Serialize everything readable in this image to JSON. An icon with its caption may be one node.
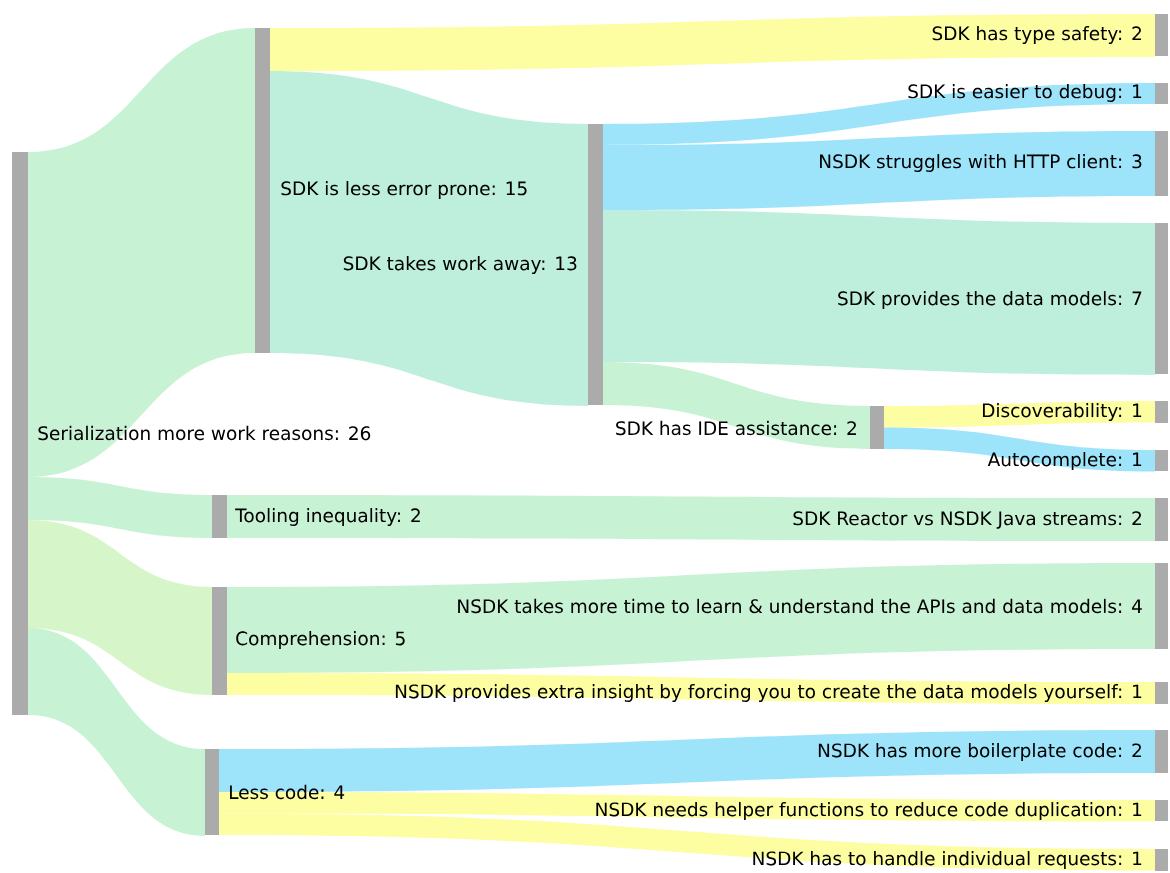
{
  "diagram": {
    "nodes": [
      {
        "text": [
          "Serialization more work reasons: 26"
        ]
      },
      {
        "text": [
          "SDK is less error prone: 15"
        ]
      },
      {
        "text": [
          "SDK takes work away: 13"
        ]
      },
      {
        "text": [
          "SDK has type safety: 2"
        ]
      },
      {
        "text": [
          "SDK is easier to debug: 1"
        ]
      },
      {
        "text": [
          "NSDK struggles with HTTP client: 3"
        ]
      },
      {
        "text": [
          "SDK provides the data models: 7"
        ]
      },
      {
        "text": [
          "SDK has IDE assistance: 2"
        ]
      },
      {
        "text": [
          "Discoverability: 1"
        ]
      },
      {
        "text": [
          "Autocomplete: 1"
        ]
      },
      {
        "text": [
          "Tooling inequality: 2"
        ]
      },
      {
        "text": [
          "SDK Reactor vs NSDK Java streams: 2"
        ]
      },
      {
        "text": [
          "Comprehension: 5"
        ]
      },
      {
        "text": [
          "NSDK takes more time to learn & understand the APIs and data models: 4"
        ]
      },
      {
        "text": [
          "NSDK provides extra insight by forcing you to create the data models yourself: 1"
        ]
      },
      {
        "text": [
          "Less code: 4"
        ]
      },
      {
        "text": [
          "NSDK has more boilerplate code: 2"
        ]
      },
      {
        "text": [
          "NSDK needs helper functions to reduce code duplication: 1"
        ]
      },
      {
        "text": [
          "NSDK has to handle individual requests: 1"
        ]
      }
    ],
    "edges": [
      {
        "from": 0,
        "to": 1,
        "arrow": "none"
      },
      {
        "from": 1,
        "to": 3,
        "arrow": "none",
        "color": "#fdfda2"
      },
      {
        "from": 1,
        "to": 2,
        "arrow": "none",
        "color": "#beeedc"
      },
      {
        "from": 2,
        "to": 4,
        "arrow": "none",
        "color": "#9de4fb"
      },
      {
        "from": 2,
        "to": 5,
        "arrow": "none",
        "color": "#9de4fb"
      },
      {
        "from": 2,
        "to": 6,
        "arrow": "none",
        "color": "#beeedc"
      },
      {
        "from": 2,
        "to": 7,
        "arrow": "none"
      },
      {
        "from": 7,
        "to": 8,
        "arrow": "none",
        "color": "#fdfda2"
      },
      {
        "from": 7,
        "to": 9,
        "arrow": "none",
        "color": "#9de4fb"
      },
      {
        "from": 0,
        "to": 10,
        "arrow": "none"
      },
      {
        "from": 10,
        "to": 11,
        "arrow": "none"
      },
      {
        "from": 0,
        "to": 12,
        "arrow": "none",
        "color": "#d6f5c9"
      },
      {
        "from": 12,
        "to": 13,
        "arrow": "none"
      },
      {
        "from": 12,
        "to": 14,
        "arrow": "none",
        "color": "#fdfda2"
      },
      {
        "from": 0,
        "to": 15,
        "arrow": "none"
      },
      {
        "from": 15,
        "to": 16,
        "arrow": "none",
        "color": "#9de4fb"
      },
      {
        "from": 15,
        "to": 17,
        "arrow": "none",
        "color": "#fdfda2"
      },
      {
        "from": 15,
        "to": 18,
        "arrow": "none",
        "color": "#fdfda2"
      }
    ]
  }
}
